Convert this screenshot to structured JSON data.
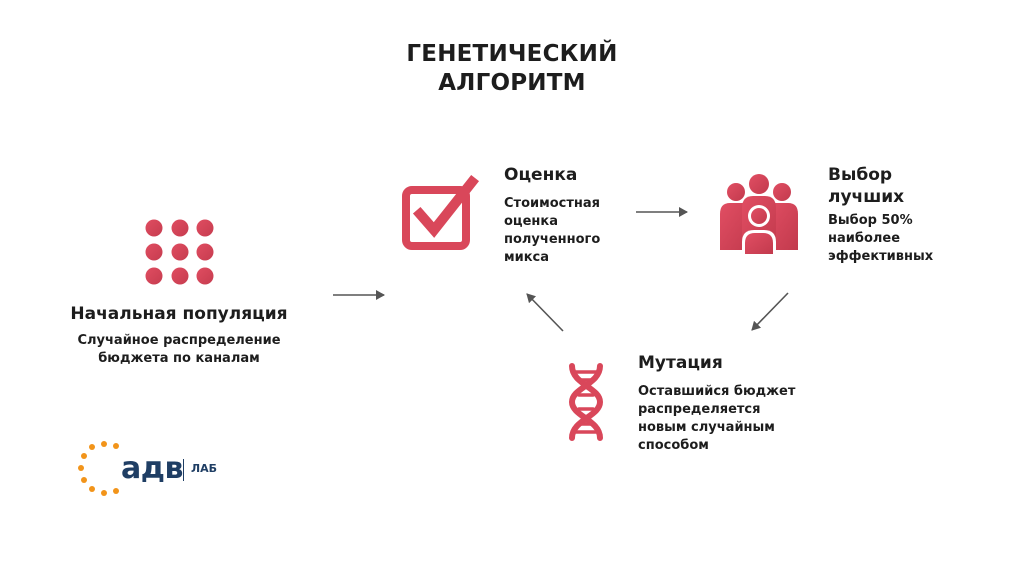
{
  "title": {
    "line1": "ГЕНЕТИЧЕСКИЙ",
    "line2": "АЛГОРИТМ"
  },
  "nodes": {
    "population": {
      "heading": "Начальная популяция",
      "description": "Случайное распределение\nбюджета по каналам",
      "icon": "dot-grid-icon"
    },
    "evaluation": {
      "heading": "Оценка",
      "description": "Стоимостная\nоценка\nполученного\nмикса",
      "icon": "checkbox-icon"
    },
    "selection": {
      "heading": "Выбор\nлучших",
      "description": "Выбор 50%\nнаиболее\nэффективных",
      "icon": "people-group-icon"
    },
    "mutation": {
      "heading": "Мутация",
      "description": "Оставшийся бюджет\nраспределяется\nновым случайным\nспособом",
      "icon": "dna-icon"
    }
  },
  "logo": {
    "main": "адв",
    "sub": "ЛАБ"
  },
  "colors": {
    "accent_red": "#d9475a",
    "accent_red_dark": "#c73d50",
    "arrow": "#555555",
    "logo_blue": "#1f3e64",
    "logo_orange": "#f2941a"
  }
}
